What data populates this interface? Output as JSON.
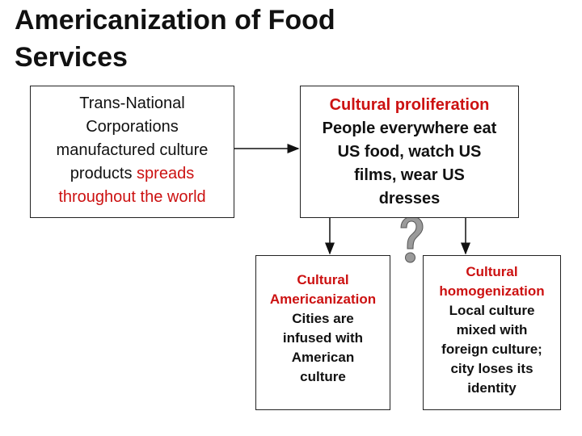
{
  "title": {
    "line1": "Americanization of Food",
    "line2": "Services"
  },
  "boxes": {
    "tnc": {
      "lines": [
        "Trans-National",
        "Corporations",
        "manufactured culture"
      ],
      "line4_normal": "products ",
      "line4_red": "spreads",
      "line5_red": "throughout the world"
    },
    "proliferation": {
      "heading": "Cultural proliferation",
      "lines": [
        "People everywhere eat",
        "US food, watch US",
        "films, wear US",
        "dresses"
      ]
    },
    "americanization": {
      "heading": [
        "Cultural",
        "Americanization"
      ],
      "lines": [
        "Cities are",
        "infused with",
        "American",
        "culture"
      ]
    },
    "homogenization": {
      "heading": [
        "Cultural",
        "homogenization"
      ],
      "lines": [
        "Local culture",
        "mixed with",
        "foreign culture;",
        "city loses its",
        "identity"
      ]
    }
  },
  "colors": {
    "heading_red": "#cc1111",
    "border": "#222222",
    "question_mark": "#8a8a8a"
  },
  "icons": [
    "arrow-right-icon",
    "arrow-down-icon",
    "question-mark-icon"
  ]
}
